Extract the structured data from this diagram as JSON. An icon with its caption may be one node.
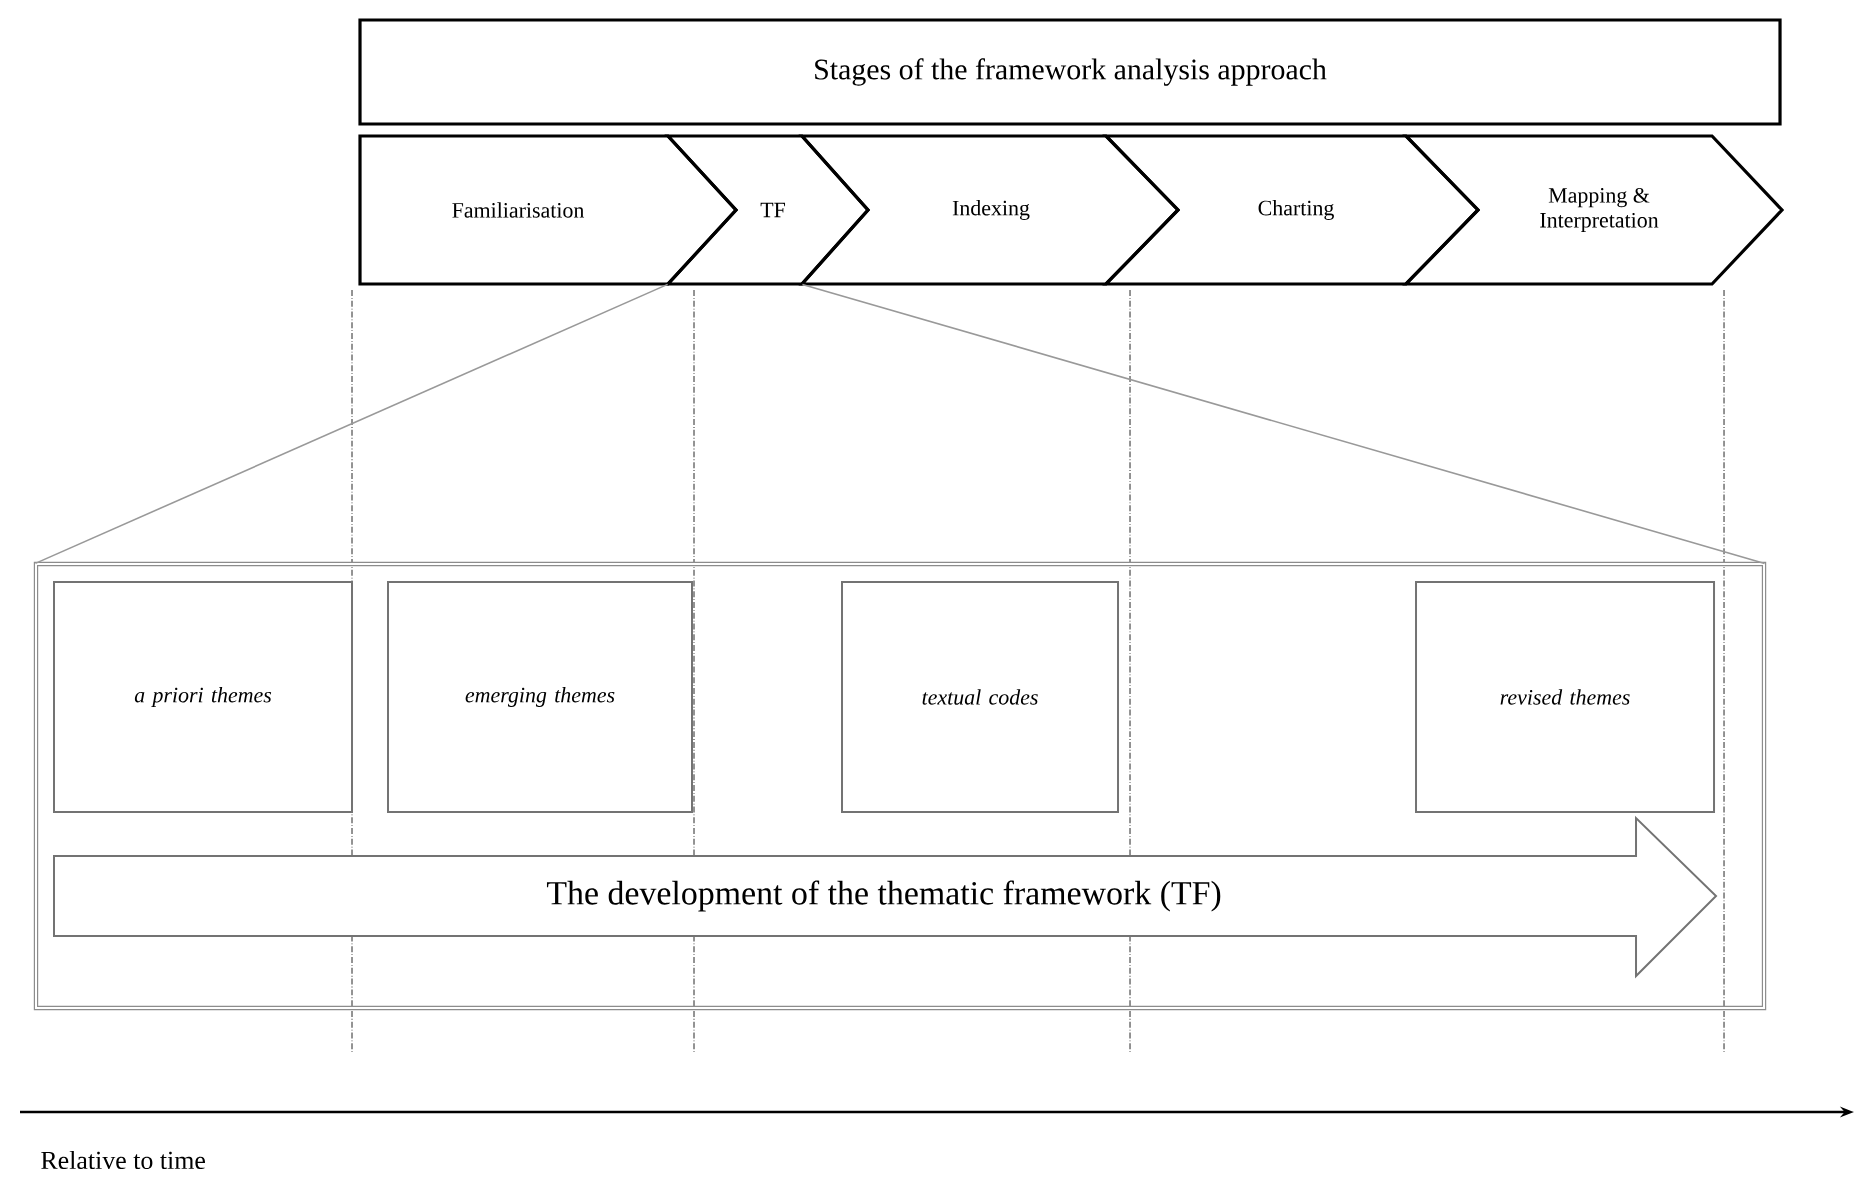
{
  "diagram": {
    "nodes": [
      {
        "text": [
          "Stages of the framework analysis approach"
        ]
      },
      {
        "text": [
          "Familiarisation"
        ]
      },
      {
        "text": [
          "TF"
        ]
      },
      {
        "text": [
          "Indexing"
        ]
      },
      {
        "text": [
          "Charting"
        ]
      },
      {
        "text": [
          "Mapping & Interpretation"
        ]
      },
      {
        "text": [],
        "shape": "box"
      },
      {
        "text": [
          "a priori themes"
        ],
        "in": 6
      },
      {
        "text": [
          "emerging themes"
        ],
        "in": 6
      },
      {
        "text": [
          "textual codes"
        ],
        "in": 6
      },
      {
        "text": [
          "revised themes"
        ],
        "in": 6
      },
      {
        "text": [
          "The development of the thematic framework (TF)"
        ],
        "in": 6
      }
    ],
    "edges": [
      {
        "from": 2,
        "to": 6,
        "arrow": "none"
      },
      {
        "from": 2,
        "to": 6,
        "arrow": "none"
      }
    ],
    "labels": [
      "Relative to time"
    ]
  }
}
